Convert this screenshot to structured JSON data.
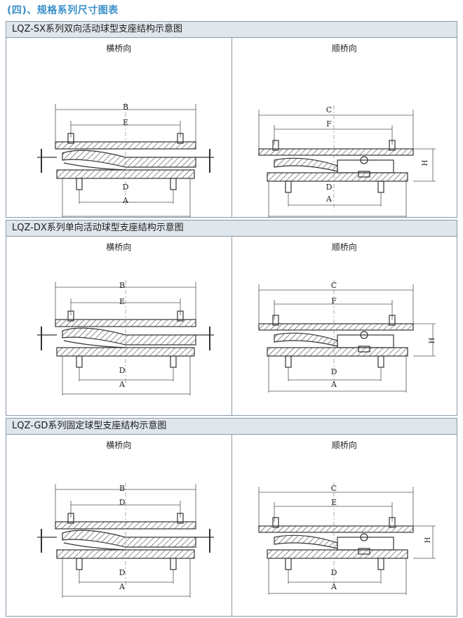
{
  "heading": "(四)、规格系列尺寸图表",
  "sections": [
    {
      "title": "LQZ-SX系列双向活动球型支座结构示意图",
      "left": {
        "label": "横桥向",
        "top_outer": "B",
        "top_inner": "E",
        "bottom_inner": "D",
        "bottom_outer": "A"
      },
      "right": {
        "label": "顺桥向",
        "top_outer": "C",
        "top_inner": "F",
        "bottom_inner": "D",
        "bottom_outer": "A",
        "height": "H"
      }
    },
    {
      "title": "LQZ-DX系列单向活动球型支座结构示意图",
      "left": {
        "label": "横桥向",
        "top_outer": "B",
        "top_inner": "E",
        "bottom_inner": "D",
        "bottom_outer": "A"
      },
      "right": {
        "label": "顺桥向",
        "top_outer": "C",
        "top_inner": "F",
        "bottom_inner": "D",
        "bottom_outer": "A",
        "height": "H"
      }
    },
    {
      "title": "LQZ-GD系列固定球型支座结构示意图",
      "left": {
        "label": "横桥向",
        "top_outer": "B",
        "top_inner": "D",
        "bottom_inner": "D",
        "bottom_outer": "A"
      },
      "right": {
        "label": "顺桥向",
        "top_outer": "C",
        "top_inner": "E",
        "bottom_inner": "D",
        "bottom_outer": "A",
        "height": "H"
      }
    }
  ]
}
